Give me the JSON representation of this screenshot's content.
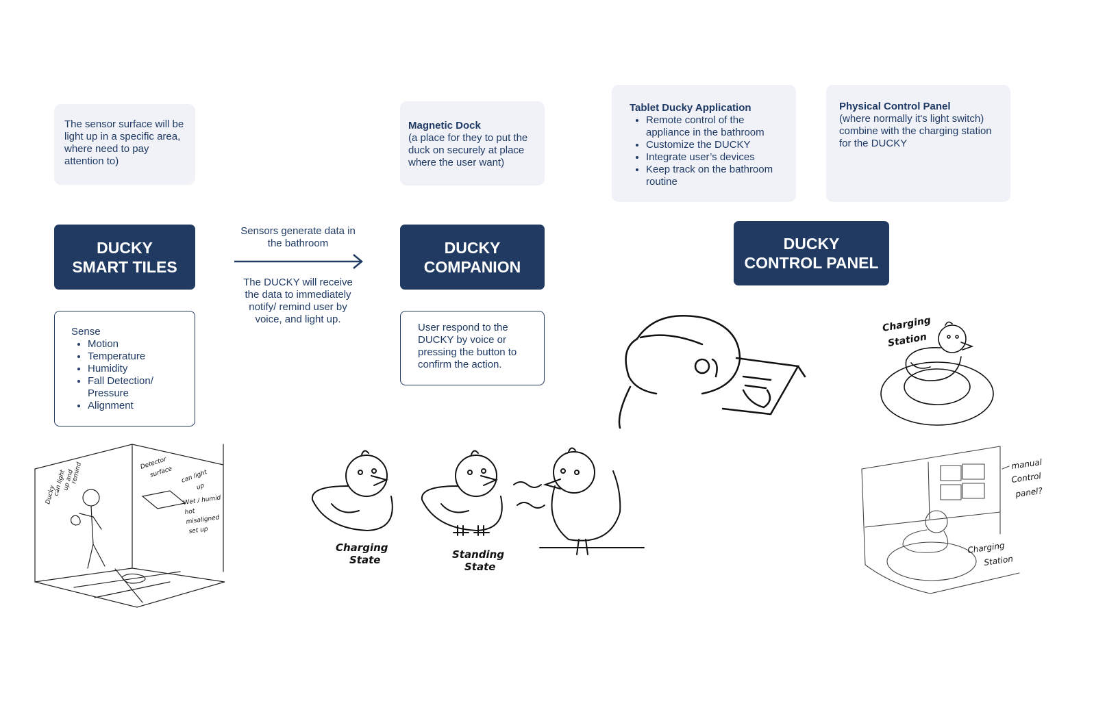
{
  "tiles": {
    "note": "The sensor surface will be light up in a specific area, where need to pay attention to)",
    "title_line1": "DUCKY",
    "title_line2": "SMART TILES",
    "sense_heading": "Sense",
    "sense_items": [
      "Motion",
      "Temperature",
      "Humidity",
      "Fall Detection/ Pressure",
      "Alignment"
    ]
  },
  "flow": {
    "top_label": "Sensors generate data in the bathroom",
    "bottom_label": "The DUCKY will receive the data to immediately notify/ remind user by voice, and light up."
  },
  "companion": {
    "note_heading": "Magnetic Dock",
    "note_body": "(a place for they to put the duck on securely at place where the user want)",
    "title_line1": "DUCKY",
    "title_line2": "COMPANION",
    "response": "User respond to the DUCKY by voice or pressing the button to confirm the action."
  },
  "tablet": {
    "heading": "Tablet Ducky Application",
    "items": [
      "Remote control of the appliance in the bathroom",
      "Customize the DUCKY",
      "Integrate user’s devices",
      "Keep track on the bathroom routine"
    ]
  },
  "physical": {
    "heading": "Physical Control Panel",
    "body": "(where normally it's light switch) combine with the charging station for the DUCKY"
  },
  "control": {
    "title_line1": "DUCKY",
    "title_line2": "CONTROL PANEL"
  },
  "sketch_labels": {
    "charging_state": [
      "Charging",
      "State"
    ],
    "standing_state": [
      "Standing",
      "State"
    ],
    "charging_station_top": [
      "Charging",
      "Station"
    ],
    "charging_station_bottom": [
      "Charging",
      "Station"
    ],
    "manual_panel": [
      "manual",
      "Control",
      "panel?"
    ],
    "room_left_note": [
      "Ducky",
      "can light",
      "up and",
      "remind"
    ],
    "detector_surface": [
      "Detector",
      "surface"
    ],
    "can_light_up": [
      "can light",
      "up"
    ],
    "wet_note": [
      "Wet / humid",
      "hot",
      "misaligned",
      "set up"
    ]
  }
}
